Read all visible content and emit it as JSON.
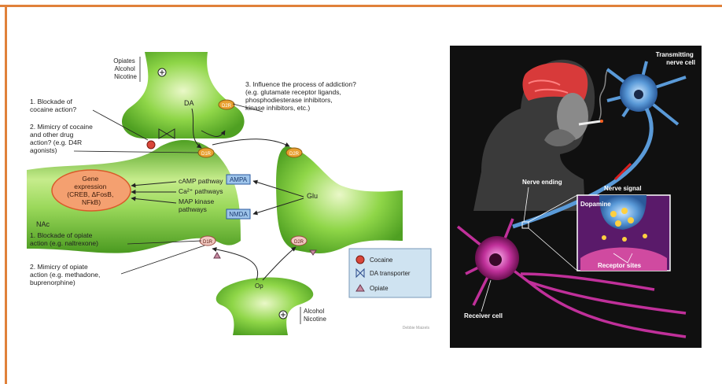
{
  "colors": {
    "frame": "#e0813a",
    "neuron_green": "#7ccf3a",
    "orange_oval": "#f4a070",
    "cocaine_red": "#d9463a",
    "opiate_pink": "#c88aa0",
    "legend_bg": "#cfe3f1",
    "right_bg": "#101010"
  },
  "left_diagram": {
    "top_inputs": [
      "Opiates",
      "Alcohol",
      "Nicotine"
    ],
    "label_1_cocaine": [
      "1. Blockade of",
      "cocaine action?"
    ],
    "label_2_cocaine": [
      "2. Mimicry of cocaine",
      "and other drug",
      "action? (e.g. D4R",
      "agonists)"
    ],
    "label_3": [
      "3. Influence the process of addiction?",
      "(e.g. glutamate receptor ligands,",
      "phosphodiesterase inhibitors,",
      "kinase inhibitors, etc.)"
    ],
    "gene_box": [
      "Gene",
      "expression",
      "(CREB, ΔFosB,",
      "NFkB)"
    ],
    "pathways": [
      "cAMP pathway",
      "Ca²⁺ pathways",
      "MAP kinase",
      "pathways"
    ],
    "receptors": {
      "ampa": "AMPA",
      "nmda": "NMDA"
    },
    "dopamine": "DA",
    "d_labels": [
      "D2R",
      "D1R",
      "D2R",
      "D1R",
      "D2R"
    ],
    "glu": "Glu",
    "nac": "NAc",
    "label_1_opiate": [
      "1. Blockade of opiate",
      "action (e.g. naltrexone)"
    ],
    "label_2_opiate": [
      "2. Mimicry of opiate",
      "action (e.g. methadone,",
      "buprenorphine)"
    ],
    "op": "Op",
    "bottom_inputs": [
      "Alcohol",
      "Nicotine"
    ],
    "legend": [
      {
        "label": "Cocaine",
        "icon": "red-circle-icon"
      },
      {
        "label": "DA transporter",
        "icon": "bowtie-icon"
      },
      {
        "label": "Opiate",
        "icon": "triangle-icon"
      }
    ],
    "credit": "Debbie Maizels"
  },
  "right_illustration": {
    "transmitting": [
      "Transmitting",
      "nerve cell"
    ],
    "nerve_ending": "Nerve ending",
    "nerve_signal": "Nerve signal",
    "dopamine": "Dopamine",
    "receptor_sites": "Receptor sites",
    "receiver_cell": "Receiver cell"
  }
}
